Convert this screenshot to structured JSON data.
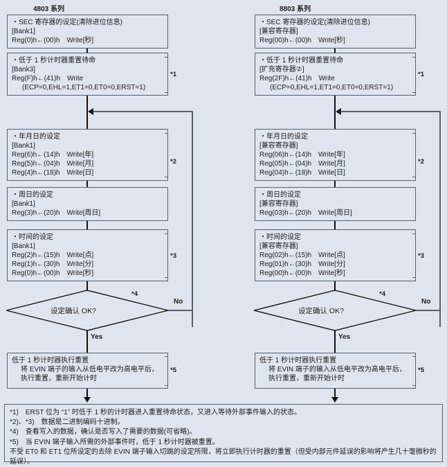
{
  "columns": [
    {
      "title": "4803 系列",
      "boxes": [
        {
          "name": "sec-register-setting",
          "lines": [
            "・SEC 寄存器的设定(清除进位信息)",
            "[Bank1]",
            "Reg(0)h←(00)h　Write[秒]"
          ]
        },
        {
          "name": "sub-second-timer-reset-standby",
          "lines": [
            "・低于 1 秒计时器重置待命",
            "[Bank3]",
            "Reg(F)h←(41)h　Write",
            "(ECP=0,EHL=1,ET1=0,ET0=0,ERST=1)"
          ],
          "note": "*1"
        },
        {
          "name": "year-month-day-setting",
          "lines": [
            "・年月日的设定",
            "[Bank1]",
            "Reg(6)h←(14)h　Write[年]",
            "Reg(5)h←(04)h　Write[月]",
            "Reg(4)h←(18)h　Write[日]"
          ],
          "note": "*2"
        },
        {
          "name": "weekday-setting",
          "lines": [
            "・周日的设定",
            "[Bank1]",
            "Reg(3)h←(20)h　Write[周日]"
          ]
        },
        {
          "name": "time-setting",
          "lines": [
            "・时间的设定",
            "[Bank1]",
            "Reg(2)h←(15)h　Write[点]",
            "Reg(1)h←(30)h　Write[分]",
            "Reg(0)h←(00)h　Write[秒]"
          ],
          "note": "*3"
        },
        {
          "name": "execute-sub-second-timer-reset",
          "lines": [
            "低于 1 秒计时器执行重置",
            "将 EVIN 端子的输入从低电平改为高电平后，",
            "执行重置，重新开始计时"
          ],
          "note": "*5"
        }
      ],
      "decision": {
        "label": "设定确认 OK?",
        "note": "*4",
        "yes_label": "Yes",
        "no_label": "No"
      }
    },
    {
      "title": "8803 系列",
      "boxes": [
        {
          "name": "sec-register-setting",
          "lines": [
            "・SEC 寄存器的设定(清除进位信息)",
            "[兼容寄存器]",
            "Reg(00)h←(00)h　Write[秒]"
          ]
        },
        {
          "name": "sub-second-timer-reset-standby",
          "lines": [
            "・低于 1 秒计时器重置待命",
            "[扩充寄存器②]",
            "Reg(2F)h←(41)h　Write",
            "(ECP=0,EHL=1,ET1=0,ET0=0,ERST=1)"
          ],
          "note": "*1"
        },
        {
          "name": "year-month-day-setting",
          "lines": [
            "・年月日的设定",
            "[兼容寄存器]",
            "Reg(06)h←(14)h　Write[年]",
            "Reg(05)h←(04)h　Write[月]",
            "Reg(04)h←(18)h　Write[日]"
          ],
          "note": "*2"
        },
        {
          "name": "weekday-setting",
          "lines": [
            "・周日的设定",
            "[兼容寄存器]",
            "Reg(03)h←(20)h　Write[周日]"
          ]
        },
        {
          "name": "time-setting",
          "lines": [
            "・时间的设定",
            "[兼容寄存器]",
            "Reg(02)h←(15)h　Write[点]",
            "Reg(01)h←(30)h　Write[分]",
            "Reg(00)h←(00)h　Write[秒]"
          ],
          "note": "*3"
        },
        {
          "name": "execute-sub-second-timer-reset",
          "lines": [
            "低于 1 秒计时器执行重置",
            "将 EVIN 端子的输入从低电平改为高电平后，",
            "执行重置，重新开始计时"
          ],
          "note": "*5"
        }
      ],
      "decision": {
        "label": "设定确认 OK?",
        "note": "*4",
        "yes_label": "Yes",
        "no_label": "No"
      }
    }
  ],
  "footnotes": [
    "*1)　ERST 位为 “1” 时低于 1 秒的计时器进入重置待命状态，又进入等待外部事件输入的状态。",
    "*2)、*3)　数据是二进制编码十进制。",
    "*4)　查看写入的数据，确认是否写入了需要的数据(可省略)。",
    "*5)　当 EVIN 端子输入所需的外部事件时，低于 1 秒计时器被重置。",
    "不受 ET0 和 ET1 位所设定的去除 EVIN 端子输入切跳的设定所限，将立即执行计时器的重置（但受内部元件延误的影响将产生几十毫微秒的延误）。"
  ],
  "colors": {
    "background": "#dfe5ef",
    "box_border": "#555f6e",
    "line": "#111111",
    "text": "#1a1a1a"
  }
}
